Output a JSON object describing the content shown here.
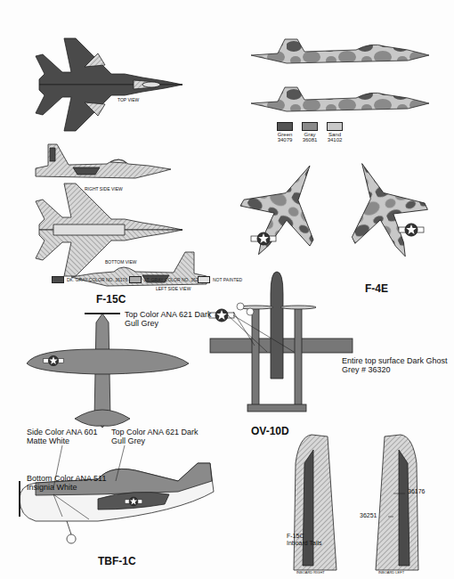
{
  "diagram": {
    "labels": [
      "TOP VIEW",
      "RIGHT SIDE VIEW",
      "BOTTOM VIEW",
      "LEFT SIDE VIEW",
      "F-15C",
      "F-4E",
      "Top Color ANA 621 Dark Gull Grey",
      "Side Color ANA 601 Matte White",
      "Top Color ANA 621 Dark Gull Grey",
      "Bottom Color ANA 511 Insignia White",
      "TBF-1C",
      "Entire top surface Dark Ghost Grey # 36320",
      "OV-10D",
      "36176",
      "36251",
      "F-15C Inboard Tails",
      "INBOARD RIGHT",
      "INBOARD LEFT"
    ],
    "legend": [
      {
        "text": "DK. GRAY COLOR NO. 36176",
        "color": "#4a4a4a"
      },
      {
        "text": "LT. GRAY COLOR NO. 36251",
        "color": "#aaaaaa"
      },
      {
        "text": "NOT PAINTED",
        "color": "#e0e0e0"
      },
      {
        "text": "Green 34079",
        "color": "#555555"
      },
      {
        "text": "Gray 36081",
        "color": "#8a8a8a"
      },
      {
        "text": "Sand 34102",
        "color": "#c8c8c8"
      }
    ]
  }
}
